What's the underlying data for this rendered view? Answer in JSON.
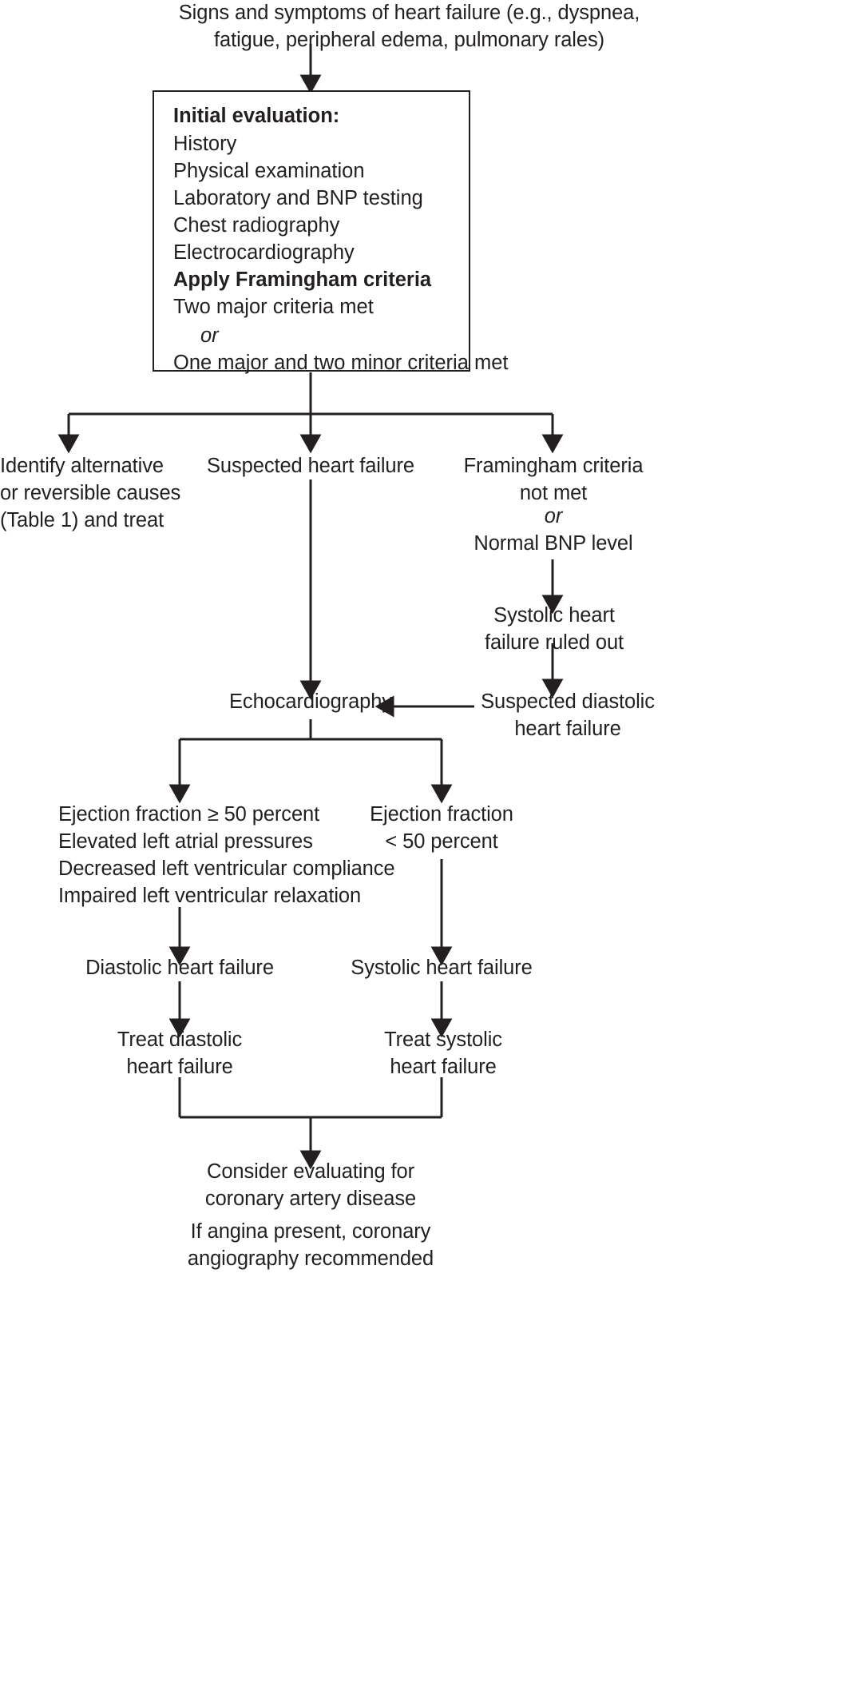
{
  "diagram": {
    "title_text": "Signs and symptoms of heart failure (e.g., dyspnea,\nfatigue, peripheral edema, pulmonary rales)",
    "evaluation_box": {
      "heading": "Initial evaluation:",
      "items": [
        "History",
        "Physical examination",
        "Laboratory and BNP testing",
        "Chest radiography",
        "Electrocardiography"
      ],
      "criteria_heading": "Apply Framingham criteria",
      "criteria_line_1": "Two major criteria met",
      "criteria_or": "or",
      "criteria_line_2": "One major and two minor criteria met"
    },
    "branch_left": "Identify alternative\nor reversible causes\n(Table 1) and treat",
    "branch_center": "Suspected heart failure",
    "branch_right_line_1": "Framingham criteria\nnot met",
    "branch_right_or": "or",
    "branch_right_line_2": "Normal BNP level",
    "systolic_ruled_out": "Systolic heart\nfailure ruled out",
    "suspected_diastolic": "Suspected diastolic\nheart failure",
    "echocardiography": "Echocardiography",
    "ef_preserved": "Ejection fraction ≥ 50 percent\nElevated left atrial pressures\nDecreased left ventricular compliance\nImpaired left ventricular relaxation",
    "ef_reduced": "Ejection fraction\n< 50 percent",
    "diastolic_hf": "Diastolic heart failure",
    "systolic_hf": "Systolic heart failure",
    "treat_diastolic": "Treat diastolic\nheart failure",
    "treat_systolic": "Treat systolic\nheart failure",
    "final_note": "Consider evaluating for\ncoronary artery disease",
    "final_note_2": "If angina present, coronary\nangiography recommended"
  },
  "style": {
    "line_color": "#231f20",
    "text_color": "#231f20",
    "background": "#ffffff"
  }
}
